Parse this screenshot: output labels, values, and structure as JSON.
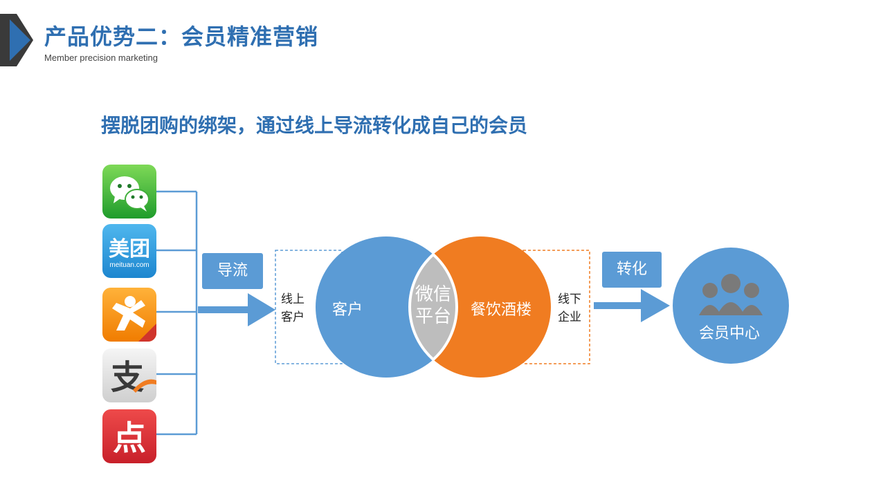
{
  "header": {
    "title": "产品优势二：会员精准营销",
    "subtitle": "Member precision marketing"
  },
  "headline": "摆脱团购的绑架，通过线上导流转化成自己的会员",
  "apps": [
    {
      "name": "wechat-icon"
    },
    {
      "name": "meituan-icon",
      "text": "美团",
      "subtext": "meituan.com"
    },
    {
      "name": "tuan-icon"
    },
    {
      "name": "alipay-icon",
      "text": "支"
    },
    {
      "name": "dianping-icon",
      "text": "点"
    }
  ],
  "flow": {
    "left_label": "导流",
    "left_box_text": [
      "线上",
      "客户"
    ],
    "customer": "客户",
    "overlap": [
      "微信",
      "平台"
    ],
    "restaurant": "餐饮酒楼",
    "right_box_text": [
      "线下",
      "企业"
    ],
    "right_label": "转化",
    "member_center": "会员中心"
  },
  "colors": {
    "accent_blue": "#5B9BD5",
    "title_blue": "#2F6FB1",
    "orange": "#F07C21",
    "overlap_gray": "#BDBDBD"
  }
}
